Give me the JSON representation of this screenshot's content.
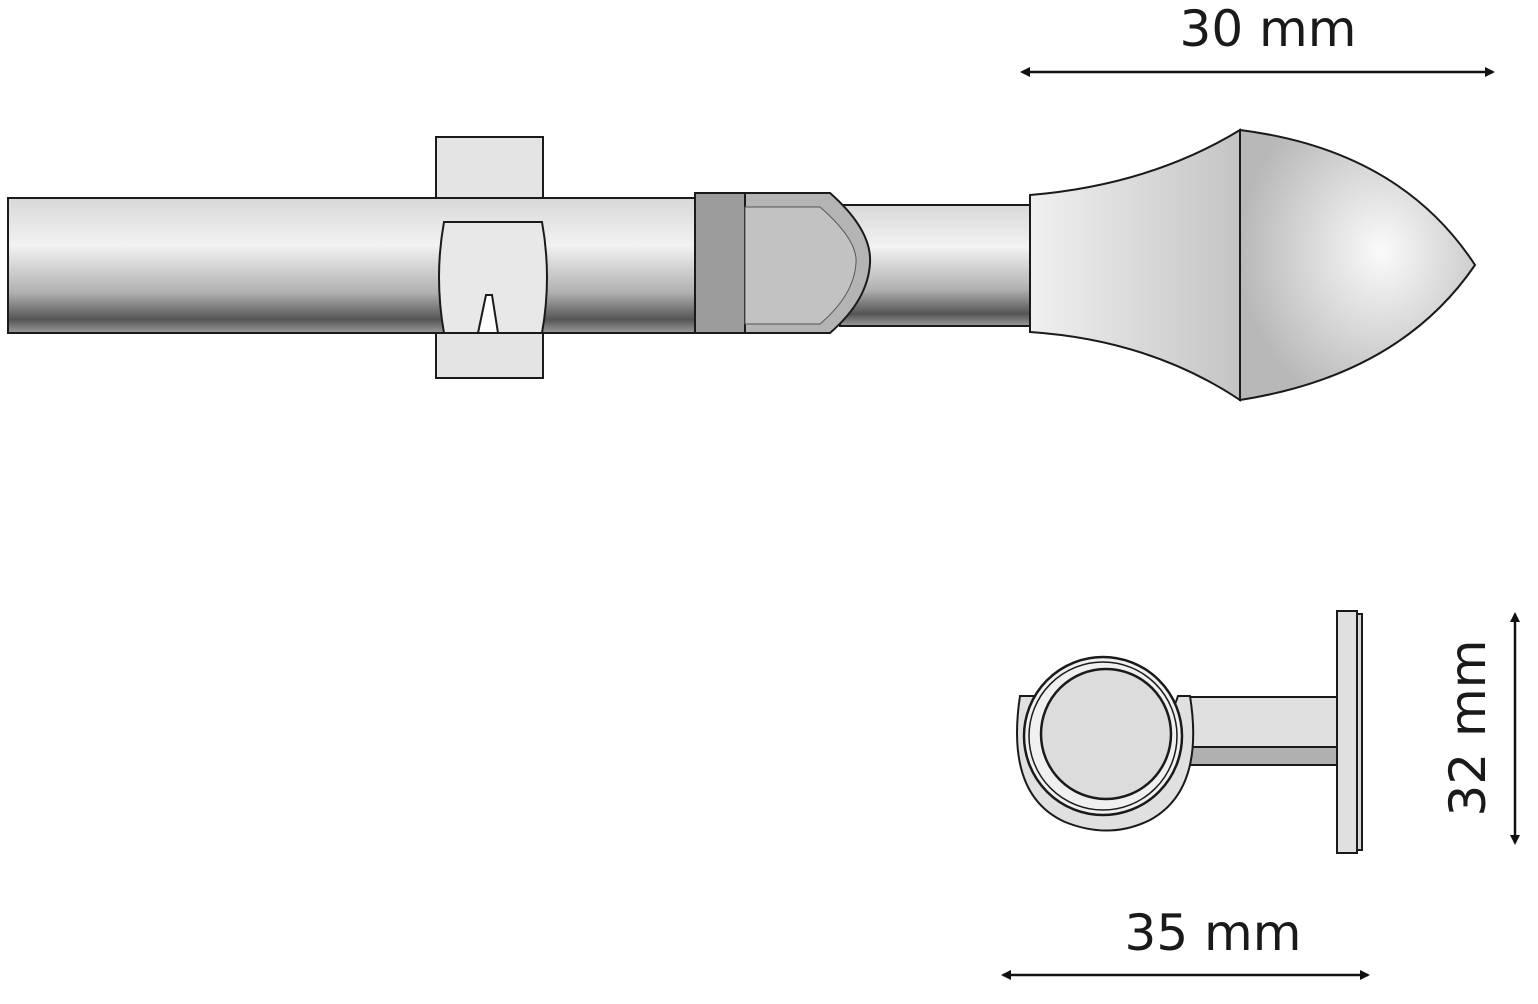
{
  "title": "Curtain rod with finial and wall bracket",
  "dimensions": {
    "finial_length": "30 mm",
    "bracket_height": "32 mm",
    "bracket_depth": "35 mm"
  },
  "colors": {
    "outline": "#1a1a1a",
    "metal_light": "#e6e6e6",
    "metal_mid": "#c8c8c8",
    "metal_dark": "#8a8a8a"
  }
}
